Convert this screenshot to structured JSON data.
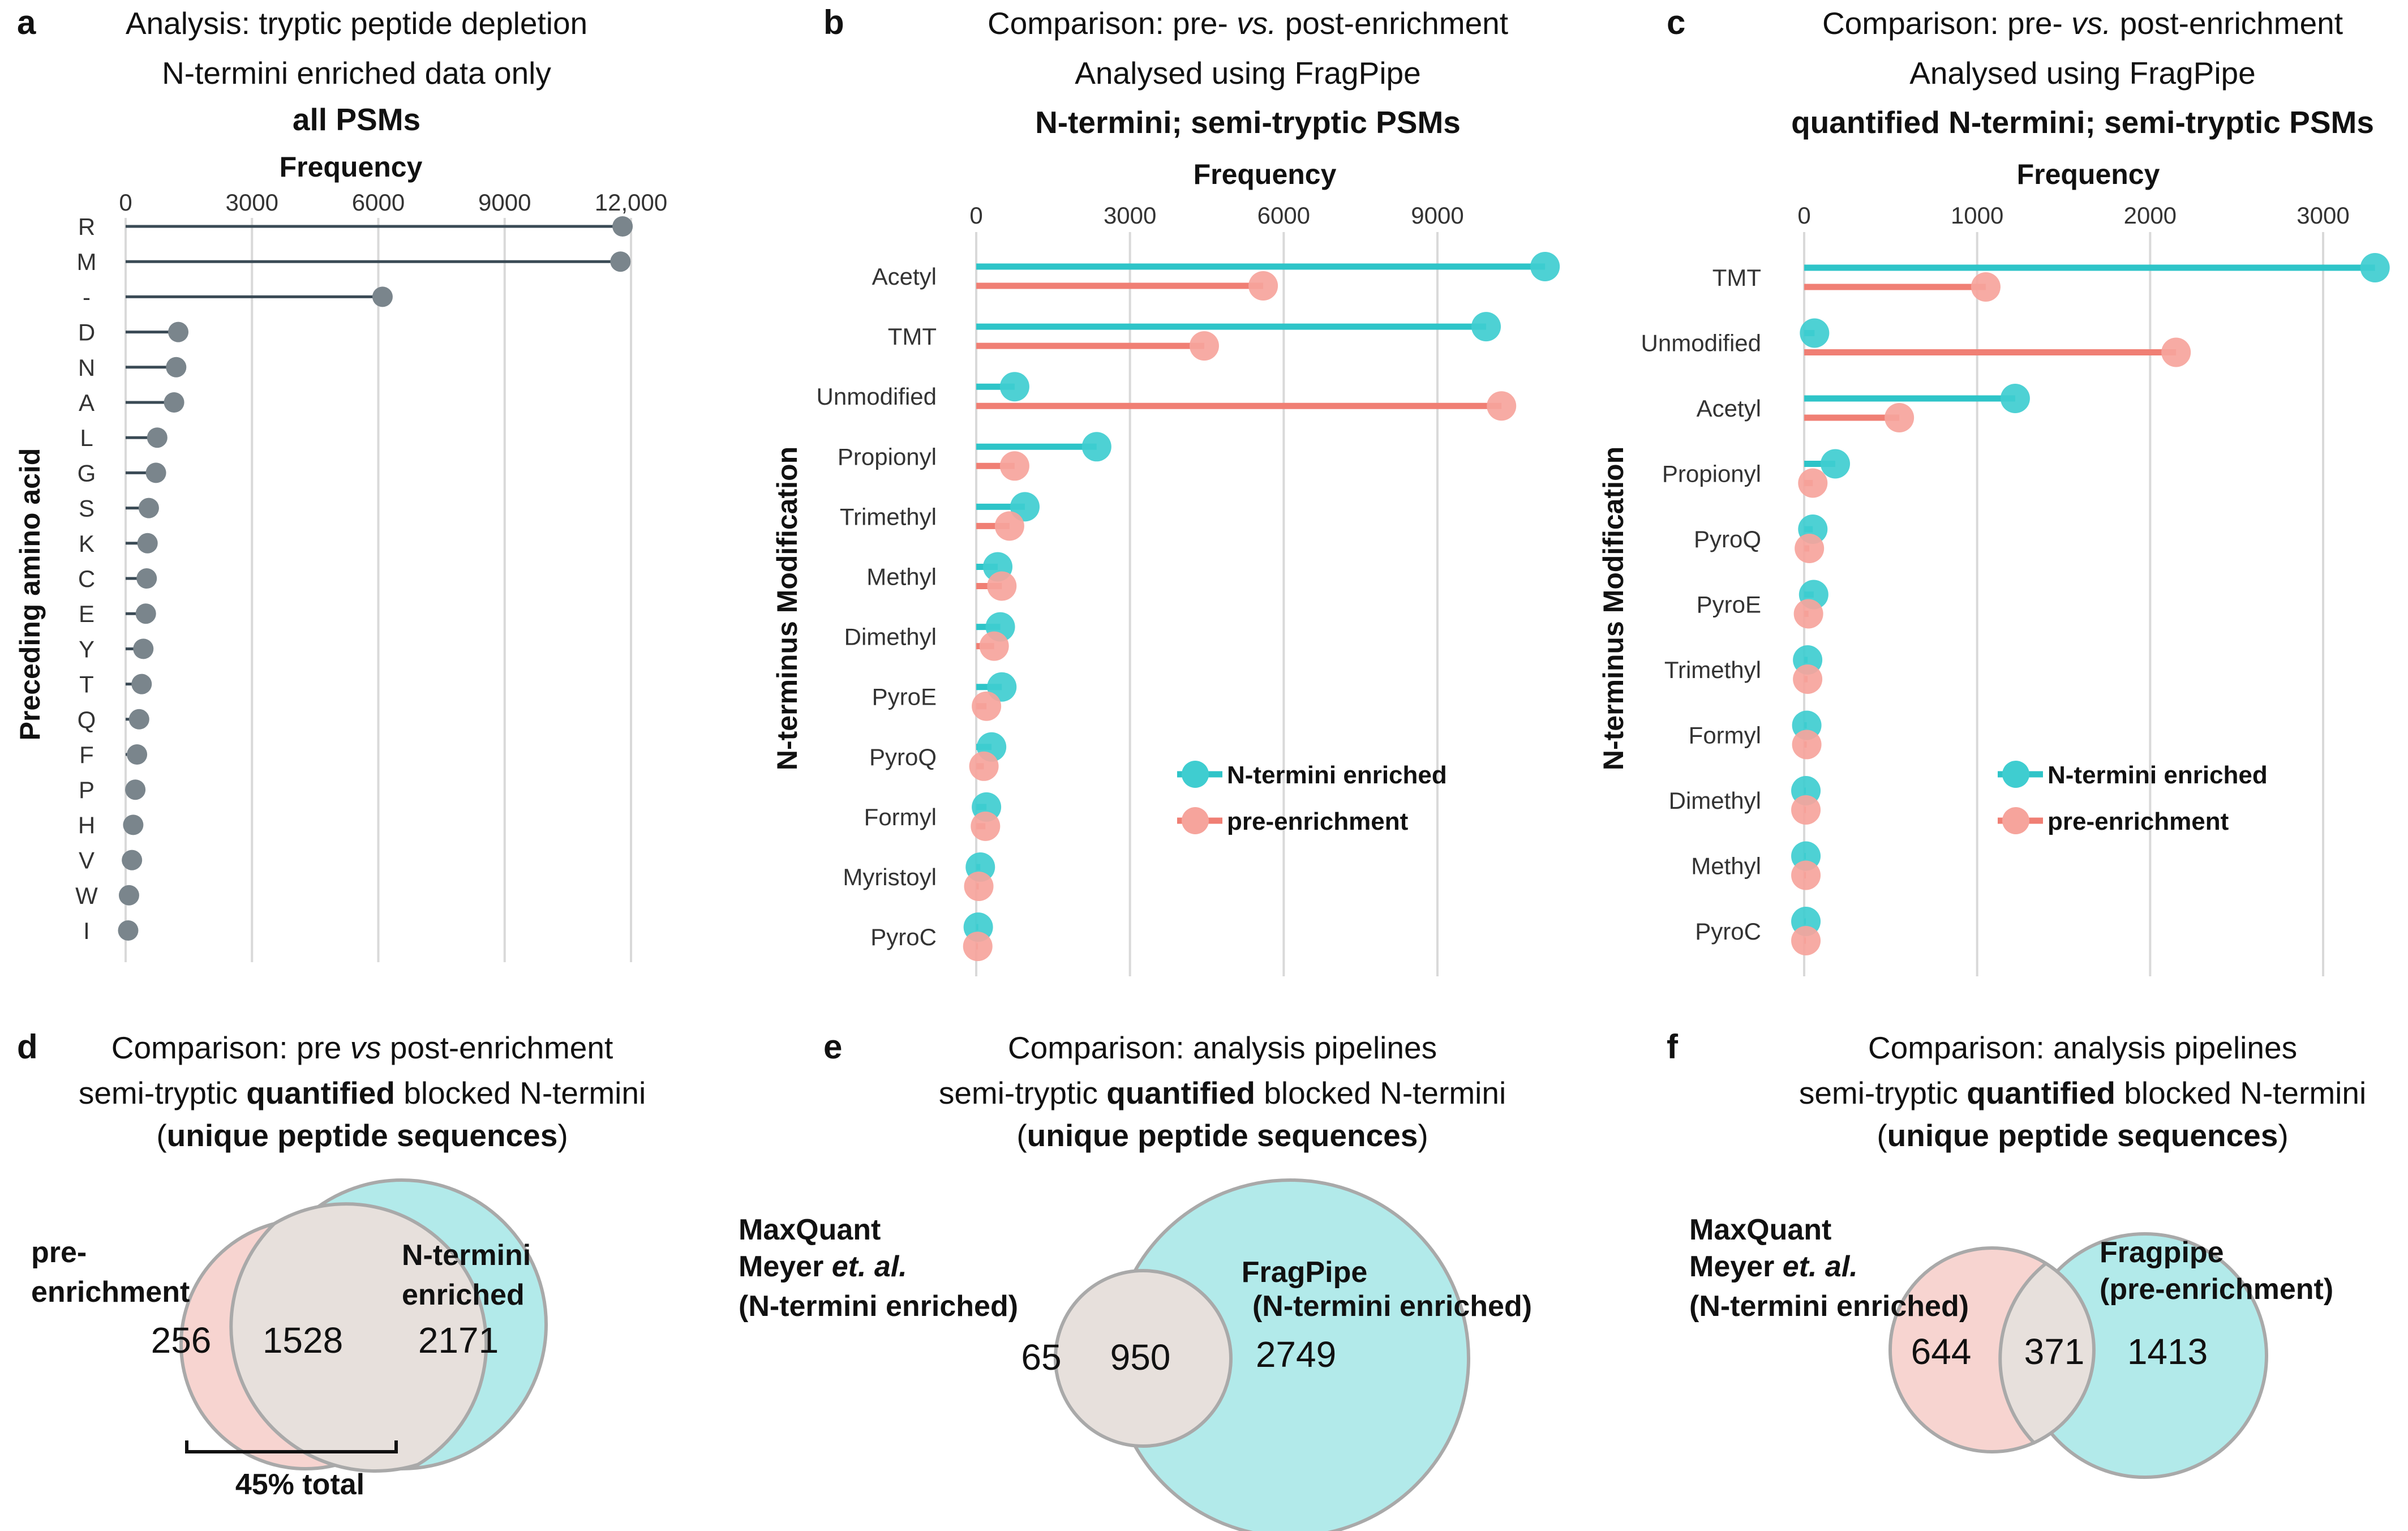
{
  "colors": {
    "enriched": "#2ec4c8",
    "enriched_point": "#3fcdd0",
    "pre": "#f07f74",
    "pre_point": "#f6a49c",
    "panel_a_line": "#3a4a55",
    "panel_a_point": "#7a858c",
    "venn_teal": "#b2eaea",
    "venn_pink": "#f7d4d0",
    "venn_overlap": "#e7e0dc",
    "venn_stroke": "#a9a9a9"
  },
  "panels": {
    "a": {
      "letter": "a",
      "title1": "Analysis: tryptic peptide depletion",
      "title2": "N-termini enriched data only",
      "title3": "all PSMs",
      "xlabel": "Frequency",
      "ylabel": "Preceding amino acid",
      "ticks": [
        "0",
        "3000",
        "6000",
        "9000",
        "12,000"
      ]
    },
    "b": {
      "letter": "b",
      "title1_pre": "Comparison: pre- ",
      "title1_em": "vs.",
      "title1_post": " post-enrichment",
      "title2": "Analysed using FragPipe",
      "title3": "N-termini; semi-tryptic PSMs",
      "xlabel": "Frequency",
      "ylabel": "N-terminus Modification",
      "ticks": [
        "0",
        "3000",
        "6000",
        "9000"
      ],
      "legend": [
        "N-termini enriched",
        "pre-enrichment"
      ]
    },
    "c": {
      "letter": "c",
      "title1_pre": "Comparison: pre- ",
      "title1_em": "vs.",
      "title1_post": " post-enrichment",
      "title2": "Analysed using FragPipe",
      "title3": "quantified N-termini; semi-tryptic PSMs",
      "xlabel": "Frequency",
      "ylabel": "N-terminus Modification",
      "ticks": [
        "0",
        "1000",
        "2000",
        "3000"
      ],
      "legend": [
        "N-termini enriched",
        "pre-enrichment"
      ]
    },
    "d": {
      "letter": "d",
      "title1_pre": "Comparison: pre ",
      "title1_em": "vs",
      "title1_post": " post-enrichment",
      "title2_pre": "semi-tryptic ",
      "title2_bold": "quantified",
      "title2_post": " blocked N-termini",
      "title3_open": "(",
      "title3_bold": "unique peptide sequences",
      "title3_close": ")",
      "left_label_1": "pre-",
      "left_label_2": "enrichment",
      "right_label_1": "N-termini",
      "right_label_2": "enriched",
      "left_only": "256",
      "overlap": "1528",
      "right_only": "2171",
      "bracket_label": "45% total"
    },
    "e": {
      "letter": "e",
      "title1": "Comparison: analysis pipelines",
      "title2_pre": "semi-tryptic ",
      "title2_bold": "quantified",
      "title2_post": " blocked N-termini",
      "title3_open": "(",
      "title3_bold": "unique peptide sequences",
      "title3_close": ")",
      "left_label_1": "MaxQuant",
      "left_label_2_pre": "Meyer ",
      "left_label_2_em": "et. al.",
      "left_label_3": "(N-termini enriched)",
      "right_label_1": "FragPipe",
      "right_label_2": "(N-termini enriched)",
      "left_only": "65",
      "overlap": "950",
      "right_only": "2749"
    },
    "f": {
      "letter": "f",
      "title1": "Comparison: analysis pipelines",
      "title2_pre": "semi-tryptic ",
      "title2_bold": "quantified",
      "title2_post": " blocked N-termini",
      "title3_open": "(",
      "title3_bold": "unique peptide sequences",
      "title3_close": ")",
      "left_label_1": "MaxQuant",
      "left_label_2_pre": "Meyer ",
      "left_label_2_em": "et. al.",
      "left_label_3": "(N-termini enriched)",
      "right_label_1": "Fragpipe",
      "right_label_2": "(pre-enrichment)",
      "left_only": "644",
      "overlap": "371",
      "right_only": "1413"
    }
  },
  "chart_data": [
    {
      "panel": "a",
      "type": "lollipop",
      "orientation": "horizontal",
      "title": "Analysis: tryptic peptide depletion / N-termini enriched data only / all PSMs",
      "xlabel": "Frequency",
      "ylabel": "Preceding amino acid",
      "xlim": [
        0,
        12500
      ],
      "grid": true,
      "categories": [
        "R",
        "M",
        "-",
        "D",
        "N",
        "A",
        "L",
        "G",
        "S",
        "K",
        "C",
        "E",
        "Y",
        "T",
        "Q",
        "F",
        "P",
        "H",
        "V",
        "W",
        "I"
      ],
      "values": [
        11800,
        11750,
        6100,
        1250,
        1200,
        1150,
        750,
        720,
        550,
        520,
        500,
        480,
        420,
        380,
        320,
        270,
        230,
        180,
        150,
        80,
        60
      ]
    },
    {
      "panel": "b",
      "type": "lollipop",
      "orientation": "horizontal",
      "title": "Comparison: pre- vs. post-enrichment / Analysed using FragPipe / N-termini; semi-tryptic PSMs",
      "xlabel": "Frequency",
      "ylabel": "N-terminus Modification",
      "xlim": [
        0,
        11500
      ],
      "grid": true,
      "legend_position": "bottom-right",
      "categories": [
        "Acetyl",
        "TMT",
        "Unmodified",
        "Propionyl",
        "Trimethyl",
        "Methyl",
        "Dimethyl",
        "PyroE",
        "PyroQ",
        "Formyl",
        "Myristoyl",
        "PyroC"
      ],
      "series": [
        {
          "name": "N-termini enriched",
          "values": [
            11100,
            9950,
            750,
            2350,
            950,
            420,
            470,
            500,
            300,
            200,
            80,
            40
          ]
        },
        {
          "name": "pre-enrichment",
          "values": [
            5600,
            4450,
            10250,
            750,
            650,
            500,
            350,
            200,
            150,
            180,
            50,
            30
          ]
        }
      ]
    },
    {
      "panel": "c",
      "type": "lollipop",
      "orientation": "horizontal",
      "title": "Comparison: pre- vs. post-enrichment / Analysed using FragPipe / quantified N-termini; semi-tryptic PSMs",
      "xlabel": "Frequency",
      "ylabel": "N-terminus Modification",
      "xlim": [
        0,
        3400
      ],
      "grid": true,
      "legend_position": "bottom-right",
      "categories": [
        "TMT",
        "Unmodified",
        "Acetyl",
        "Propionyl",
        "PyroQ",
        "PyroE",
        "Trimethyl",
        "Formyl",
        "Dimethyl",
        "Methyl",
        "PyroC"
      ],
      "series": [
        {
          "name": "N-termini enriched",
          "values": [
            3300,
            60,
            1220,
            180,
            50,
            55,
            20,
            15,
            10,
            10,
            10
          ]
        },
        {
          "name": "pre-enrichment",
          "values": [
            1050,
            2150,
            550,
            50,
            30,
            25,
            20,
            15,
            10,
            10,
            10
          ]
        }
      ]
    },
    {
      "panel": "d",
      "type": "venn",
      "sets": [
        "pre-enrichment",
        "N-termini enriched"
      ],
      "left_only": 256,
      "overlap": 1528,
      "right_only": 2171
    },
    {
      "panel": "e",
      "type": "venn",
      "sets": [
        "MaxQuant Meyer et. al. (N-termini enriched)",
        "FragPipe (N-termini enriched)"
      ],
      "left_only": 65,
      "overlap": 950,
      "right_only": 2749
    },
    {
      "panel": "f",
      "type": "venn",
      "sets": [
        "MaxQuant Meyer et. al. (N-termini enriched)",
        "Fragpipe (pre-enrichment)"
      ],
      "left_only": 644,
      "overlap": 371,
      "right_only": 1413
    }
  ]
}
